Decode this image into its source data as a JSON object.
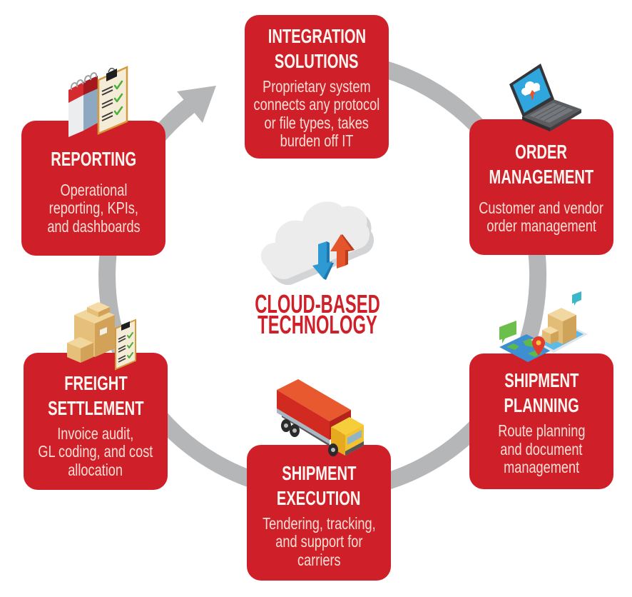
{
  "flow_direction": "clockwise",
  "hub": {
    "title_lines": [
      "CLOUD-BASED",
      "TECHNOLOGY"
    ],
    "icon": "cloud-sync-icon"
  },
  "nodes": [
    {
      "id": "integration-solutions",
      "title_lines": [
        "INTEGRATION",
        "SOLUTIONS"
      ],
      "body_lines": [
        "Proprietary system",
        "connects any protocol",
        "or file types, takes",
        "burden off IT"
      ],
      "icon": null
    },
    {
      "id": "order-management",
      "title_lines": [
        "ORDER",
        "MANAGEMENT"
      ],
      "body_lines": [
        "Customer and vendor",
        "order management"
      ],
      "icon": "laptop-icon"
    },
    {
      "id": "shipment-planning",
      "title_lines": [
        "SHIPMENT",
        "PLANNING"
      ],
      "body_lines": [
        "Route planning",
        "and document",
        "management"
      ],
      "icon": "map-route-icon"
    },
    {
      "id": "shipment-execution",
      "title_lines": [
        "SHIPMENT",
        "EXECUTION"
      ],
      "body_lines": [
        "Tendering, tracking,",
        "and support for",
        "carriers"
      ],
      "icon": "truck-icon"
    },
    {
      "id": "freight-settlement",
      "title_lines": [
        "FREIGHT",
        "SETTLEMENT"
      ],
      "body_lines": [
        "Invoice audit,",
        "GL coding, and cost",
        "allocation"
      ],
      "icon": "boxes-clipboard-icon"
    },
    {
      "id": "reporting",
      "title_lines": [
        "REPORTING"
      ],
      "body_lines": [
        "Operational",
        "reporting, KPIs,",
        "and dashboards"
      ],
      "icon": "calendar-clipboard-icon"
    }
  ],
  "colors": {
    "box": "#cf2029",
    "ring": "#b5b6b8",
    "title_text": "#fff6f2",
    "body_text": "#f9ded6",
    "hub_text": "#cf2029"
  }
}
